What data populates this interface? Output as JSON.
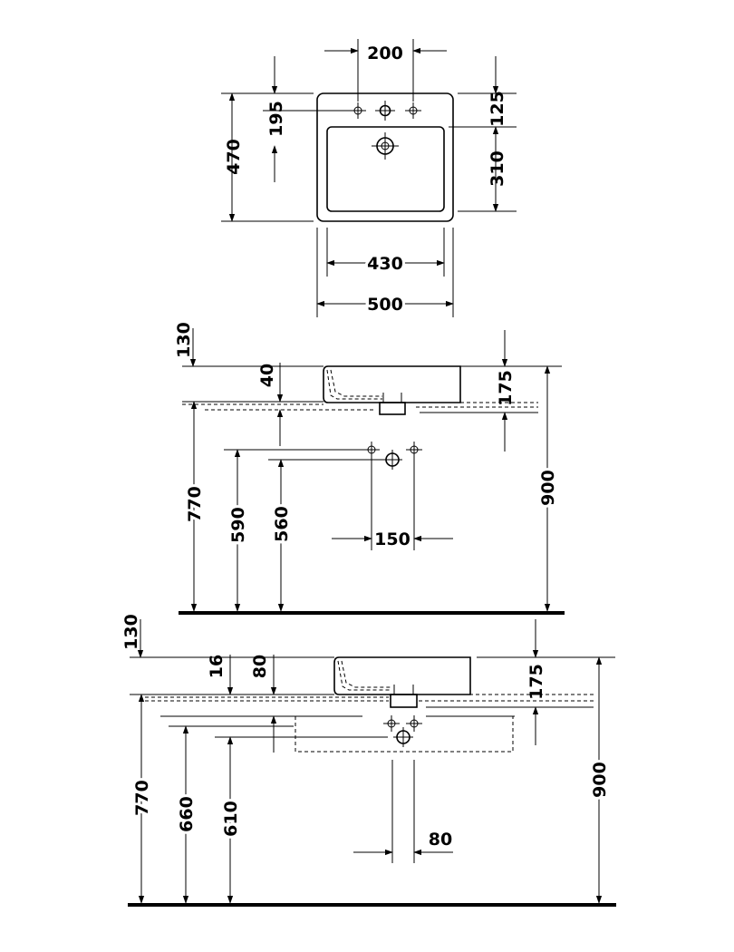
{
  "top_view": {
    "dim_tap_spacing": "200",
    "dim_depth_total": "470",
    "dim_tap_to_center": "195",
    "dim_rim_back": "125",
    "dim_bowl_depth": "310",
    "dim_bowl_width": "430",
    "dim_width_total": "500"
  },
  "side_view_1": {
    "dim_top_offset": "130",
    "dim_rim": "40",
    "dim_basin_height": "175",
    "dim_top_height": "900",
    "dim_counter_height": "770",
    "dim_waste_height": "590",
    "dim_supply_height": "560",
    "dim_supply_spacing": "150"
  },
  "side_view_2": {
    "dim_top_offset": "130",
    "dim_rim": "16",
    "dim_inset": "80",
    "dim_basin_height": "175",
    "dim_top_height": "900",
    "dim_counter_height": "770",
    "dim_waste_height": "660",
    "dim_supply_height": "610",
    "dim_trap_offset": "80"
  }
}
